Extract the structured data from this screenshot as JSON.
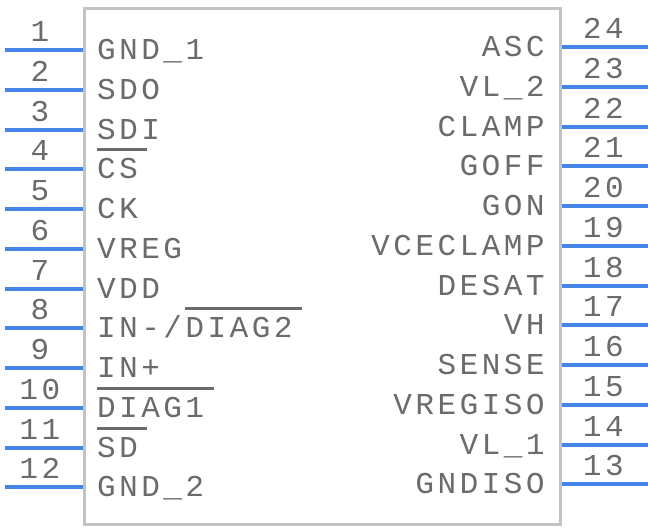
{
  "symbol": {
    "description": "24-pin schematic symbol preview",
    "left_pins": [
      {
        "number": "1",
        "label": [
          {
            "text": "GND_1",
            "overline": false
          }
        ]
      },
      {
        "number": "2",
        "label": [
          {
            "text": "SDO",
            "overline": false
          }
        ]
      },
      {
        "number": "3",
        "label": [
          {
            "text": "SDI",
            "overline": false
          }
        ]
      },
      {
        "number": "4",
        "label": [
          {
            "text": "CS",
            "overline": true
          }
        ]
      },
      {
        "number": "5",
        "label": [
          {
            "text": "CK",
            "overline": false
          }
        ]
      },
      {
        "number": "6",
        "label": [
          {
            "text": "VREG",
            "overline": false
          }
        ]
      },
      {
        "number": "7",
        "label": [
          {
            "text": "VDD",
            "overline": false
          }
        ]
      },
      {
        "number": "8",
        "label": [
          {
            "text": "IN-/",
            "overline": false
          },
          {
            "text": "DIAG2",
            "overline": true
          }
        ]
      },
      {
        "number": "9",
        "label": [
          {
            "text": "IN+",
            "overline": false
          }
        ]
      },
      {
        "number": "10",
        "label": [
          {
            "text": "DIAG1",
            "overline": true
          }
        ]
      },
      {
        "number": "11",
        "label": [
          {
            "text": "SD",
            "overline": true
          }
        ]
      },
      {
        "number": "12",
        "label": [
          {
            "text": "GND_2",
            "overline": false
          }
        ]
      }
    ],
    "right_pins": [
      {
        "number": "24",
        "label": [
          {
            "text": "ASC",
            "overline": false
          }
        ]
      },
      {
        "number": "23",
        "label": [
          {
            "text": "VL_2",
            "overline": false
          }
        ]
      },
      {
        "number": "22",
        "label": [
          {
            "text": "CLAMP",
            "overline": false
          }
        ]
      },
      {
        "number": "21",
        "label": [
          {
            "text": "GOFF",
            "overline": false
          }
        ]
      },
      {
        "number": "20",
        "label": [
          {
            "text": "GON",
            "overline": false
          }
        ]
      },
      {
        "number": "19",
        "label": [
          {
            "text": "VCECLAMP",
            "overline": false
          }
        ]
      },
      {
        "number": "18",
        "label": [
          {
            "text": "DESAT",
            "overline": false
          }
        ]
      },
      {
        "number": "17",
        "label": [
          {
            "text": "VH",
            "overline": false
          }
        ]
      },
      {
        "number": "16",
        "label": [
          {
            "text": "SENSE",
            "overline": false
          }
        ]
      },
      {
        "number": "15",
        "label": [
          {
            "text": "VREGISO",
            "overline": false
          }
        ]
      },
      {
        "number": "14",
        "label": [
          {
            "text": "VL_1",
            "overline": false
          }
        ]
      },
      {
        "number": "13",
        "label": [
          {
            "text": "GNDISO",
            "overline": false
          }
        ]
      }
    ]
  },
  "colors": {
    "pin_line": "#4585ea",
    "text": "#6b6b6b",
    "body_border": "#c3c3c3",
    "background": "#ffffff"
  }
}
